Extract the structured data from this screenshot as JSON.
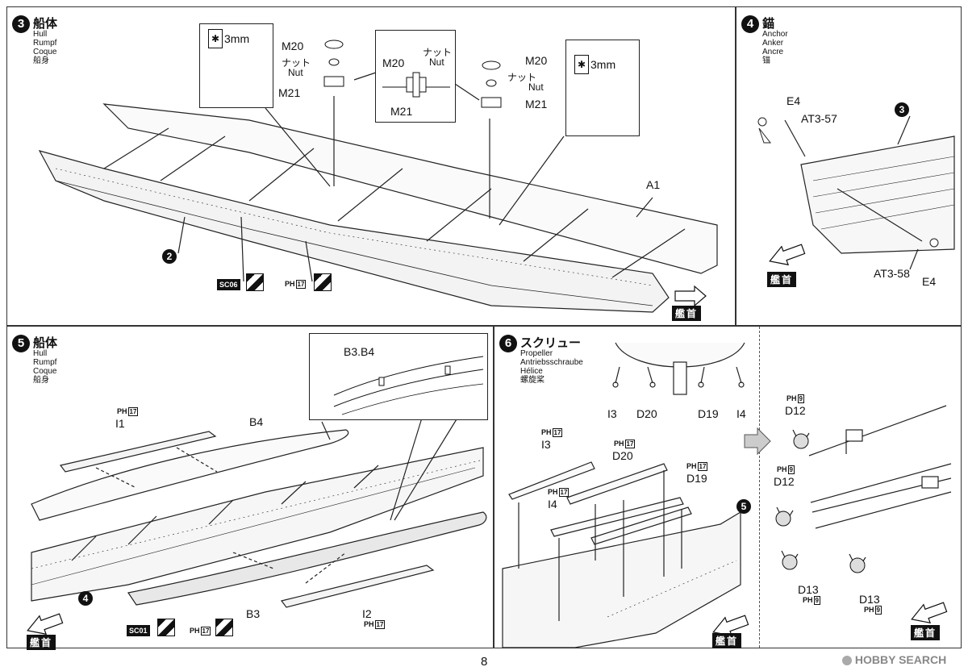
{
  "step3": {
    "number": "3",
    "title_jp": "船体",
    "title_en": "Hull",
    "title_de": "Rumpf",
    "title_fr": "Coque",
    "title_cn": "船身",
    "drill_size_left": "3mm",
    "drill_size_right": "3mm",
    "part_m20_left": "M20",
    "part_nut_jp_left": "ナット",
    "part_nut_en_left": "Nut",
    "part_m21_left": "M21",
    "inset_m20": "M20",
    "inset_nut_jp": "ナット",
    "inset_nut_en": "Nut",
    "inset_m21": "M21",
    "part_m20_right": "M20",
    "part_nut_jp_right": "ナット",
    "part_nut_en_right": "Nut",
    "part_m21_right": "M21",
    "part_a1": "A1",
    "ref_step": "2",
    "paint_sc": "SC06",
    "paint_ph": "PH",
    "paint_ph_num": "17",
    "bow_label": "艦首"
  },
  "step4": {
    "number": "4",
    "title_jp": "錨",
    "title_en": "Anchor",
    "title_de": "Anker",
    "title_fr": "Ancre",
    "title_cn": "锚",
    "part_e4_top": "E4",
    "part_at3_57": "AT3-57",
    "ref_step": "3",
    "part_at3_58": "AT3-58",
    "part_e4_bottom": "E4",
    "bow_label": "艦首"
  },
  "step5": {
    "number": "5",
    "title_jp": "船体",
    "title_en": "Hull",
    "title_de": "Rumpf",
    "title_fr": "Coque",
    "title_cn": "船身",
    "ph_i1": "PH",
    "ph_i1_num": "17",
    "part_i1": "I1",
    "part_b4": "B4",
    "inset_label": "B3.B4",
    "ref_step": "4",
    "part_b3": "B3",
    "ph_i2": "PH",
    "ph_i2_num": "17",
    "part_i2": "I2",
    "paint_sc": "SC01",
    "paint_ph": "PH",
    "paint_ph_num": "17",
    "bow_label": "艦首"
  },
  "step6": {
    "number": "6",
    "title_jp": "スクリュー",
    "title_en": "Propeller",
    "title_de": "Antriebsschraube",
    "title_fr": "Hélice",
    "title_cn": "螺旋桨",
    "top_i3": "I3",
    "top_d20": "D20",
    "top_d19": "D19",
    "top_i4": "I4",
    "ph_i3": "PH",
    "ph_i3_num": "17",
    "part_i3": "I3",
    "ph_d20": "PH",
    "ph_d20_num": "17",
    "part_d20": "D20",
    "ph_d19": "PH",
    "ph_d19_num": "17",
    "part_d19": "D19",
    "ph_i4": "PH",
    "ph_i4_num": "17",
    "part_i4": "I4",
    "ref_step": "5",
    "bow_label": "艦首",
    "ph_d12a": "PH",
    "ph_d12a_num": "9",
    "part_d12a": "D12",
    "ph_d12b": "PH",
    "ph_d12b_num": "9",
    "part_d12b": "D12",
    "part_d13a": "D13",
    "ph_d13a": "PH",
    "ph_d13a_num": "9",
    "part_d13b": "D13",
    "ph_d13b": "PH",
    "ph_d13b_num": "9",
    "bow_label_right": "艦首"
  },
  "footer": {
    "page_number": "8",
    "watermark": "HOBBY SEARCH"
  }
}
